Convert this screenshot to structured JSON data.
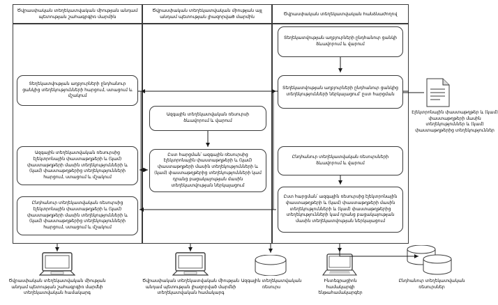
{
  "diagram": {
    "type": "swimlane-flowchart",
    "lanes": [
      {
        "id": "lane-requester",
        "title": "Ծվրասփական տեղեկատվական միության անդամ պետության շահագրգիռ մարմին"
      },
      {
        "id": "lane-provider",
        "title": "Ծվրասփական տեղեկատվական միության այլ անդամ պետության լիազորված մարմին"
      },
      {
        "id": "lane-operator",
        "title": "Ծվրասփական տեղեկատվական հանձնաժողով"
      }
    ],
    "nodes": [
      {
        "id": "l1",
        "lane": "lane-requester",
        "text": "Տեղեկատվության աղբյուրների ընդհանուր ցանկից տեղեկությունների հարցում, ստացում և մշակում"
      },
      {
        "id": "l2",
        "lane": "lane-requester",
        "text": "Ազգային տեղեկատվական ռեսուրսից էլեկտրոնային փաստաթղթերի և (կամ) փաստաթղթերի մասին տեղեկությունների և (կամ) փաստաթղթերից տեղեկությունների հարցում, ստացում և մշակում"
      },
      {
        "id": "l3",
        "lane": "lane-requester",
        "text": "Ընդհանուր տեղեկատվական ռեսուրսից էլեկտրոնային փաստաթղթերի և (կամ) փաստաթղթերի մասին տեղեկությունների և (կամ) փաստաթղթերից տեղեկությունների հարցում, ստացում և մշակում"
      },
      {
        "id": "m1",
        "lane": "lane-provider",
        "text": "Ազգային տեղեկատվական ռեսուրսի ձևավորում և վարում"
      },
      {
        "id": "m2",
        "lane": "lane-provider",
        "text": "Ըստ հարցման՝ ազգային ռեսուրսից էլեկտրոնային փաստաթղթերի և (կամ) փաստաթղթերի մասին տեղեկությունների և (կամ) փաստաթղթերից տեղեկությունների կամ դրանց բացակայության մասին տեղեկատվության ներկայացում"
      },
      {
        "id": "r1",
        "lane": "lane-operator",
        "text": "Տեղեկատվության աղբյուրների ընդհանուր ցանկի ձևավորում և վարում"
      },
      {
        "id": "r2",
        "lane": "lane-operator",
        "text": "Տեղեկատվության աղբյուրների ընդհանուր ցանկից տեղեկությունների ներկայացում՝ ըստ հարցման"
      },
      {
        "id": "r3",
        "lane": "lane-operator",
        "text": "Ընդհանուր տեղեկատվական ռեսուրսների ձևավորում և վարում"
      },
      {
        "id": "r4",
        "lane": "lane-operator",
        "text": "Ըստ հարցման՝ ազգային ռեսուրսից էլեկտրոնային փաստաթղթերի և (կամ) փաստաթղթերի մասին տեղեկությունների և (կամ) փաստաթղթերից տեղեկությունների կամ դրանց բացակայության մասին տեղեկատվության ներկայացում"
      }
    ],
    "side_artifact": {
      "icon": "document-icon",
      "label": "Էլեկտրոնային փաստաթղթեր և (կամ) փաստաթղթերի մասին տեղեկություններ և (կամ) փաստաթղթերից տեղեկություններ"
    },
    "bottom_items": [
      {
        "id": "b1",
        "icon": "desktop-computer-icon",
        "label": "Ծվրասփական տեղեկատվական միության անդամ պետության շահագրգիռ մարմնի տեղեկատվական համակարգ"
      },
      {
        "id": "b2",
        "icon": "desktop-computer-icon",
        "label": "Ծվրասփական տեղեկատվական միության անդամ պետության լիազորված մարմնի տեղեկատվական համակարգ"
      },
      {
        "id": "b3",
        "icon": "database-cylinder-icon",
        "label": "Ազգային տեղեկատվական ռեսուրս"
      },
      {
        "id": "b4",
        "icon": "laptop-computer-icon",
        "label": "Ինտեգրացիոն համակարգի ենթահամակարգեր"
      },
      {
        "id": "b5",
        "icon": "database-stack-icon",
        "label": "Ընդհանուր տեղեկատվական ռեսուրսներ"
      }
    ],
    "colors": {
      "stroke": "#3a3a3a",
      "text": "#000000",
      "background": "#ffffff"
    }
  }
}
